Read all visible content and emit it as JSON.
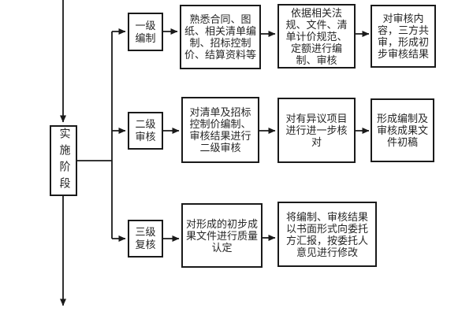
{
  "diagram": {
    "stage_label": "实施阶段",
    "colors": {
      "line": "#1a1a1a",
      "text": "#262626",
      "background": "#ffffff"
    },
    "rows": [
      {
        "level": "一级编制",
        "steps": [
          "熟悉合同、图纸、相关清单编制、招标控制价、结算资料等",
          "依据相关法规、文件、清单计价规范、定额进行编制、审核",
          "对审核内容，三方共审，形成初步审核结果"
        ]
      },
      {
        "level": "二级审核",
        "steps": [
          "对清单及招标控制价编制、审核结果进行二级审核",
          "对有异议项目进行进一步核对",
          "形成编制及审核成果文件初稿"
        ]
      },
      {
        "level": "三级复核",
        "steps": [
          "对形成的初步成果文件进行质量认定",
          "将编制、审核结果以书面形式向委托方汇报，按委托人意见进行修改"
        ]
      }
    ]
  }
}
